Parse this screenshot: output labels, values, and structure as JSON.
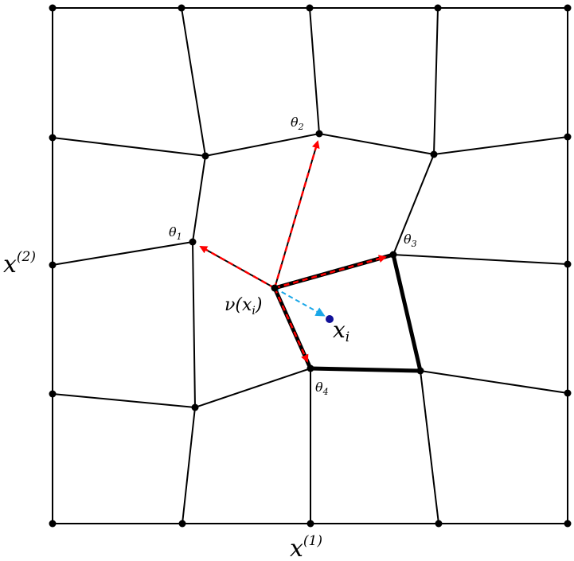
{
  "labels": {
    "x2": "x",
    "x2_sup": "(2)",
    "x1": "x",
    "x1_sup": "(1)",
    "nu": "ν(x",
    "nu_sub": "i",
    "nu_close": ")",
    "xi": "x",
    "xi_sub": "i",
    "theta": "θ",
    "theta1_sub": "1",
    "theta2_sub": "2",
    "theta3_sub": "3",
    "theta4_sub": "4"
  },
  "colors": {
    "grid": "#000000",
    "arrow_red": "#ff0000",
    "arrow_blue": "#1aa7e8",
    "point_dark": "#101099"
  }
}
